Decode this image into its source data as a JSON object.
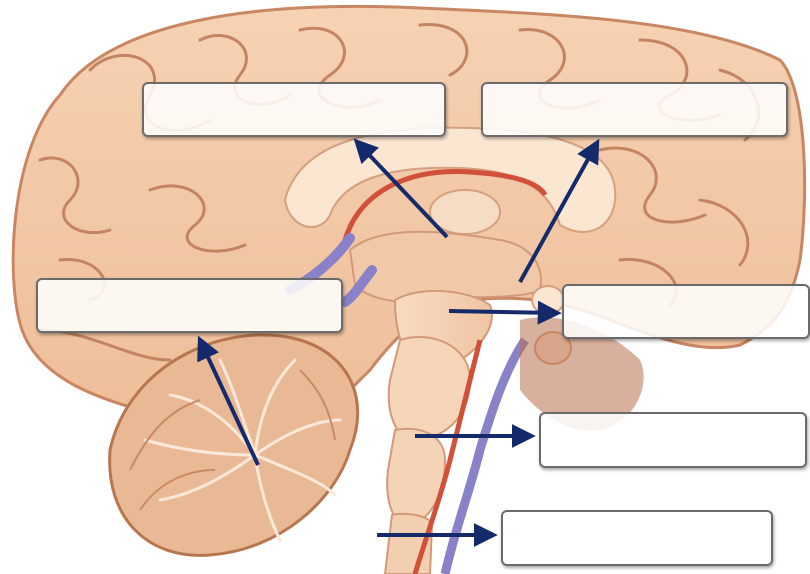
{
  "colors": {
    "background": "#ffffff",
    "brain_tissue": "#f2c8a6",
    "brain_shadow": "#d99a76",
    "brain_light": "#fbe4cf",
    "ventricle_light": "#f6dcc4",
    "artery": "#d0503a",
    "vein": "#8a82c8",
    "arrow": "#142a6b",
    "label_box_fill": "#ffffff",
    "label_box_border": "#6b6b6b"
  },
  "labels": [
    {
      "id": "top-left",
      "text": ""
    },
    {
      "id": "top-right",
      "text": ""
    },
    {
      "id": "mid-left",
      "text": ""
    },
    {
      "id": "mid-right",
      "text": ""
    },
    {
      "id": "lower-right",
      "text": ""
    },
    {
      "id": "bottom-right",
      "text": ""
    }
  ],
  "structures": [
    "cerebrum-icon",
    "corpus-callosum-icon",
    "thalamus-icon",
    "hypothalamus-icon",
    "pituitary-icon",
    "midbrain-icon",
    "pons-icon",
    "medulla-icon",
    "cerebellum-icon",
    "spinal-cord-icon"
  ]
}
